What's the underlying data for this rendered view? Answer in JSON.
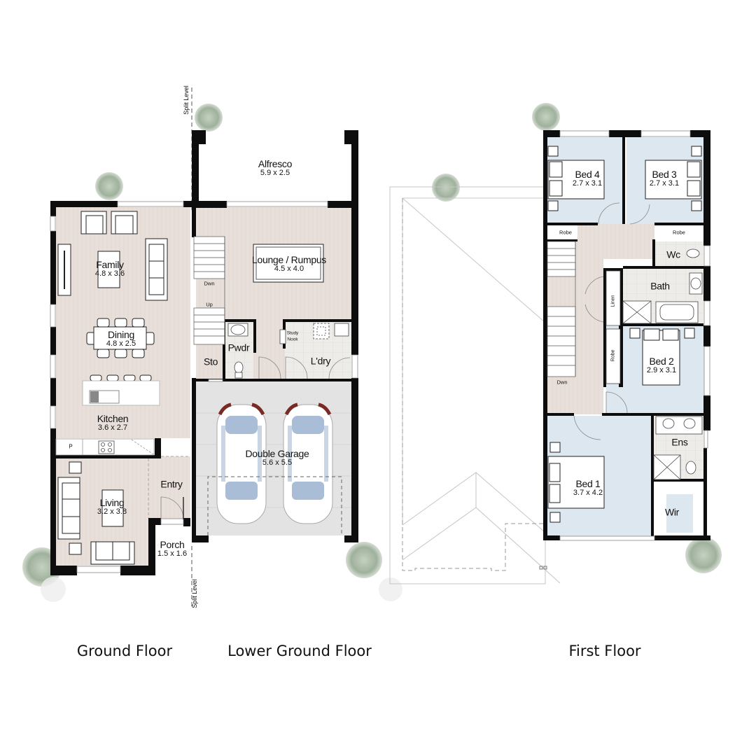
{
  "colors": {
    "wall": "#0d0d0d",
    "living_floor": "#e8dfda",
    "bedroom_floor": "#dde7f0",
    "garage_floor": "#e4e4e4",
    "wet_area_floor": "#eceae6",
    "roof_line": "#bdbdbd",
    "tree": "#9db09a"
  },
  "split_level_label": "Split Level",
  "ground_floor": {
    "caption": "Ground Floor",
    "rooms": [
      {
        "id": "family",
        "name": "Family",
        "dims": "4.8 x 3.6"
      },
      {
        "id": "dining",
        "name": "Dining",
        "dims": "4.8 x 2.5"
      },
      {
        "id": "kitchen",
        "name": "Kitchen",
        "dims": "3.6 x 2.7"
      },
      {
        "id": "living",
        "name": "Living",
        "dims": "3.2 x 3.8"
      },
      {
        "id": "entry",
        "name": "Entry",
        "dims": ""
      },
      {
        "id": "porch",
        "name": "Porch",
        "dims": "1.5 x 1.6"
      }
    ],
    "pantry_label": "P"
  },
  "lower_ground_floor": {
    "caption": "Lower Ground Floor",
    "rooms": [
      {
        "id": "alfresco",
        "name": "Alfresco",
        "dims": "5.9 x 2.5"
      },
      {
        "id": "lounge",
        "name": "Lounge / Rumpus",
        "dims": "4.5 x 4.0"
      },
      {
        "id": "pwdr",
        "name": "Pwdr",
        "dims": ""
      },
      {
        "id": "sto",
        "name": "Sto",
        "dims": ""
      },
      {
        "id": "ldry",
        "name": "L'dry",
        "dims": ""
      },
      {
        "id": "garage",
        "name": "Double Garage",
        "dims": "5.6 x 5.5"
      }
    ],
    "study_nook_label": [
      "Study",
      "Nook"
    ],
    "stair_labels": {
      "down": "Dwn",
      "up": "Up"
    }
  },
  "first_floor": {
    "caption": "First Floor",
    "rooms": [
      {
        "id": "bed4",
        "name": "Bed 4",
        "dims": "2.7 x 3.1"
      },
      {
        "id": "bed3",
        "name": "Bed 3",
        "dims": "2.7 x 3.1"
      },
      {
        "id": "wc",
        "name": "Wc",
        "dims": ""
      },
      {
        "id": "bath",
        "name": "Bath",
        "dims": ""
      },
      {
        "id": "bed2",
        "name": "Bed 2",
        "dims": "2.9 x 3.1"
      },
      {
        "id": "ens",
        "name": "Ens",
        "dims": ""
      },
      {
        "id": "bed1",
        "name": "Bed 1",
        "dims": "3.7 x 4.2"
      },
      {
        "id": "wir",
        "name": "Wir",
        "dims": ""
      }
    ],
    "robe_label": "Robe",
    "linen_label": "Linen",
    "stair_label": "Dwn"
  }
}
